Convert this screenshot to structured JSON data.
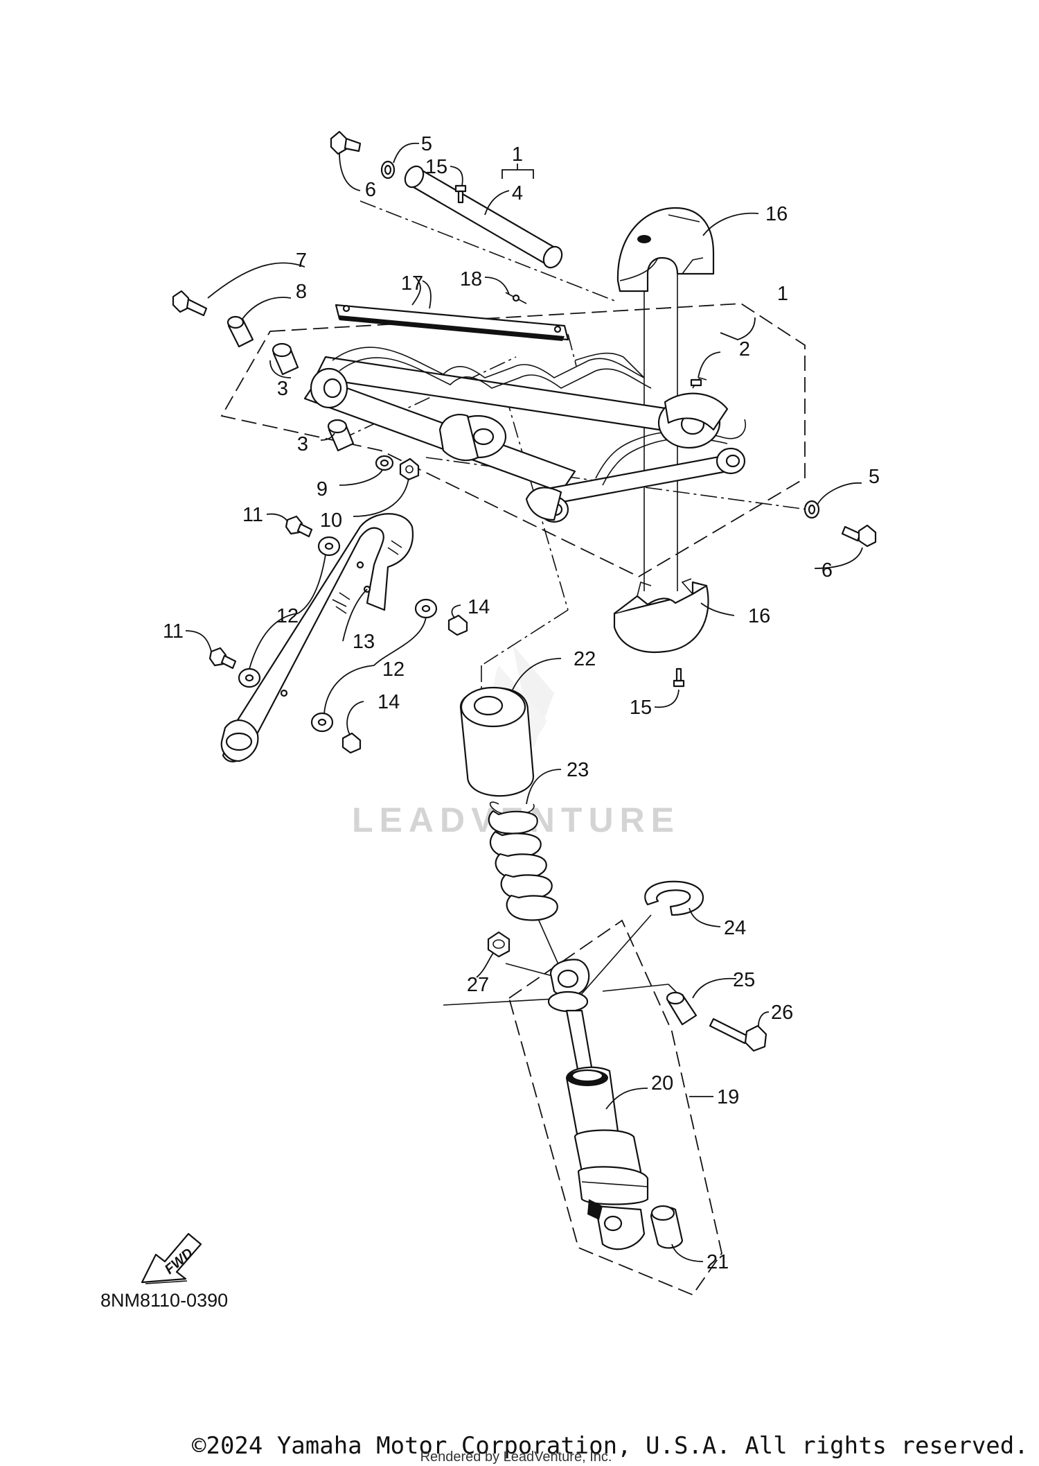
{
  "diagram": {
    "part_code": "8NM8110-0390",
    "fwd_label": "FWD",
    "watermark": "LEADVENTURE",
    "copyright": "©2024 Yamaha Motor Corporation, U.S.A. All rights reserved.",
    "rendered_by": "Rendered by LeadVenture, Inc."
  },
  "callouts": {
    "c1_top": "1",
    "c4": "4",
    "c1_right": "1",
    "c2": "2",
    "c3_upper": "3",
    "c3_lower": "3",
    "c5_top": "5",
    "c5_right": "5",
    "c6_top": "6",
    "c6_right": "6",
    "c7": "7",
    "c8": "8",
    "c9": "9",
    "c10": "10",
    "c11_upper": "11",
    "c11_lower": "11",
    "c12_upper": "12",
    "c12_lower": "12",
    "c13": "13",
    "c14_upper": "14",
    "c14_lower": "14",
    "c15_top": "15",
    "c15_bottom": "15",
    "c16_top": "16",
    "c16_bottom": "16",
    "c17": "17",
    "c18": "18",
    "c19": "19",
    "c20": "20",
    "c21": "21",
    "c22": "22",
    "c23": "23",
    "c24": "24",
    "c25": "25",
    "c26": "26",
    "c27": "27"
  }
}
